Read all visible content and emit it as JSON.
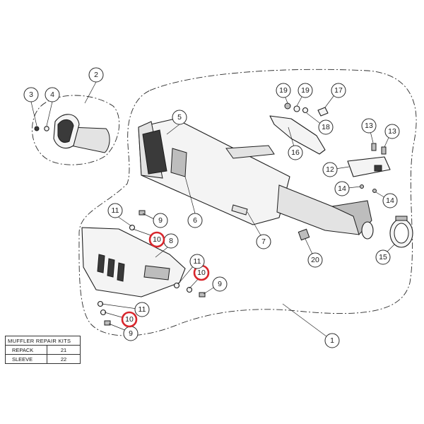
{
  "diagram": {
    "callouts": [
      {
        "id": "c1",
        "label": "1",
        "highlighted": false
      },
      {
        "id": "c2",
        "label": "2",
        "highlighted": false
      },
      {
        "id": "c3",
        "label": "3",
        "highlighted": false
      },
      {
        "id": "c4",
        "label": "4",
        "highlighted": false
      },
      {
        "id": "c5",
        "label": "5",
        "highlighted": false
      },
      {
        "id": "c6",
        "label": "6",
        "highlighted": false
      },
      {
        "id": "c7",
        "label": "7",
        "highlighted": false
      },
      {
        "id": "c8",
        "label": "8",
        "highlighted": false
      },
      {
        "id": "c9a",
        "label": "9",
        "highlighted": false
      },
      {
        "id": "c9b",
        "label": "9",
        "highlighted": false
      },
      {
        "id": "c9c",
        "label": "9",
        "highlighted": false
      },
      {
        "id": "c10a",
        "label": "10",
        "highlighted": true
      },
      {
        "id": "c10b",
        "label": "10",
        "highlighted": true
      },
      {
        "id": "c10c",
        "label": "10",
        "highlighted": true
      },
      {
        "id": "c11a",
        "label": "11",
        "highlighted": false
      },
      {
        "id": "c11b",
        "label": "11",
        "highlighted": false
      },
      {
        "id": "c11c",
        "label": "11",
        "highlighted": false
      },
      {
        "id": "c12",
        "label": "12",
        "highlighted": false
      },
      {
        "id": "c13a",
        "label": "13",
        "highlighted": false
      },
      {
        "id": "c13b",
        "label": "13",
        "highlighted": false
      },
      {
        "id": "c14a",
        "label": "14",
        "highlighted": false
      },
      {
        "id": "c14b",
        "label": "14",
        "highlighted": false
      },
      {
        "id": "c15",
        "label": "15",
        "highlighted": false
      },
      {
        "id": "c16",
        "label": "16",
        "highlighted": false
      },
      {
        "id": "c17",
        "label": "17",
        "highlighted": false
      },
      {
        "id": "c18",
        "label": "18",
        "highlighted": false
      },
      {
        "id": "c19a",
        "label": "19",
        "highlighted": false
      },
      {
        "id": "c19b",
        "label": "19",
        "highlighted": false
      },
      {
        "id": "c20",
        "label": "20",
        "highlighted": false
      }
    ],
    "highlight_color": "#d8262c"
  },
  "repair_kits": {
    "title": "MUFFLER REPAIR KITS",
    "rows": [
      {
        "name": "REPACK",
        "number": "21"
      },
      {
        "name": "SLEEVE",
        "number": "22"
      }
    ]
  }
}
